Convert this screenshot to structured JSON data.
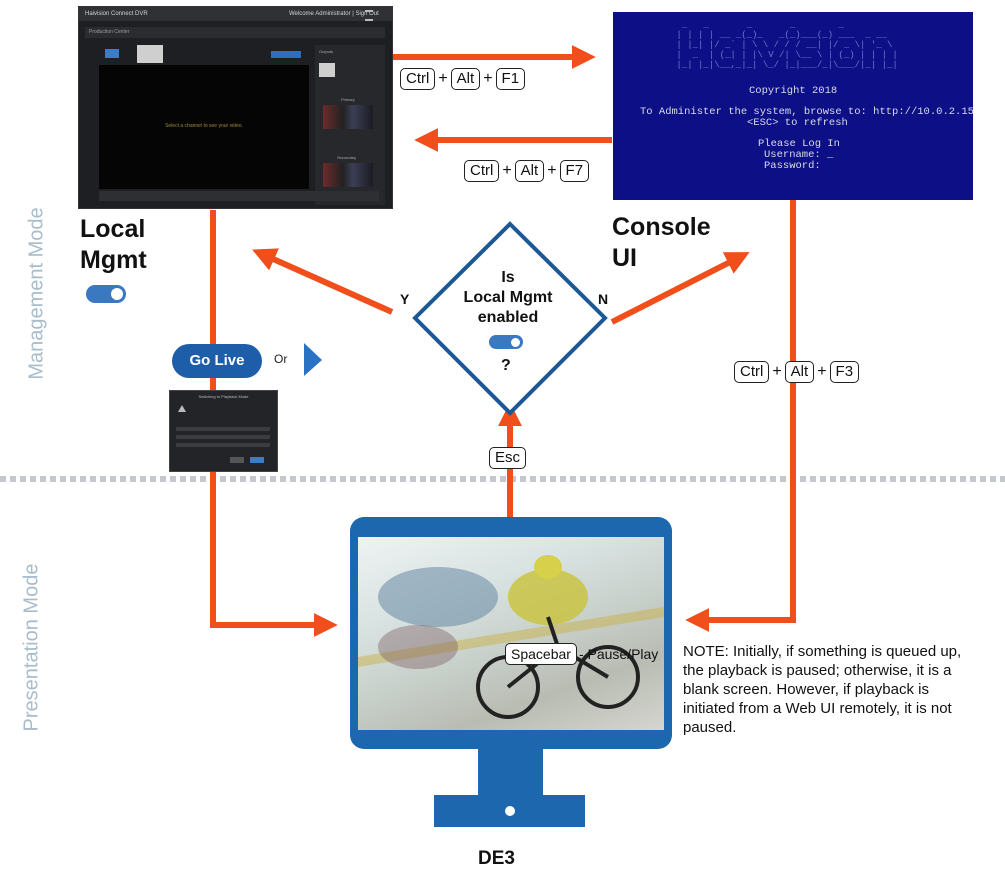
{
  "side_labels": {
    "management": "Management Mode",
    "presentation": "Presentation Mode"
  },
  "labels": {
    "local_mgmt_line1": "Local",
    "local_mgmt_line2": "Mgmt",
    "console_line1": "Console",
    "console_line2": "UI",
    "de3": "DE3"
  },
  "local_screenshot": {
    "app_title": "Haivision Connect DVR",
    "user_text": "Welcome Administrator | Sign Out",
    "panel_title": "Production Center",
    "video_hint": "Select a channel to see your video.",
    "sources_label": "Outputs",
    "primary_label": "Primary",
    "secondary_label": "Secondary"
  },
  "console": {
    "copyright": "Copyright 2018",
    "admin_line": "To Administer the system, browse to: http://10.0.2.15",
    "refresh_line": "<ESC> to refresh",
    "login_line": "Please Log In",
    "username_line": "Username: _",
    "password_line": "Password:"
  },
  "shortcuts": {
    "to_console": [
      "Ctrl",
      "Alt",
      "F1"
    ],
    "to_local": [
      "Ctrl",
      "Alt",
      "F7"
    ],
    "to_presentation": [
      "Ctrl",
      "Alt",
      "F3"
    ],
    "esc": "Esc",
    "spacebar": "Spacebar",
    "spacebar_desc": "- Pause/Play"
  },
  "go_live": {
    "label": "Go Live",
    "or": "Or"
  },
  "dialog": {
    "title": "Switching to Playback Mode"
  },
  "decision": {
    "line1": "Is",
    "line2": "Local Mgmt",
    "line3": "enabled",
    "question": "?",
    "yes": "Y",
    "no": "N"
  },
  "note": "NOTE: Initially, if something is queued up, the playback is paused; otherwise, it is a blank screen. However, if playback is initiated from a Web UI remotely, it is not paused.",
  "colors": {
    "arrow": "#f04e1b",
    "monitor": "#1c67ad",
    "console_bg": "#0d0f86",
    "go_live": "#1e5ea9",
    "side_label": "#a8bccb"
  }
}
